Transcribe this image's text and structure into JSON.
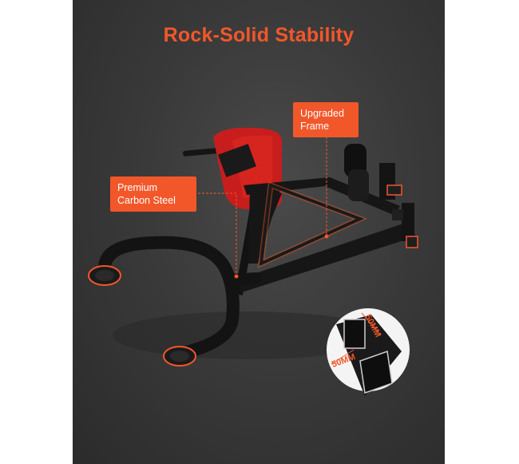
{
  "title": "Rock-Solid Stability",
  "callouts": {
    "frame": {
      "line1": "Upgraded",
      "line2": "Frame"
    },
    "steel": {
      "line1": "Premium",
      "line2": "Carbon Steel"
    }
  },
  "dimensions": {
    "width": "50MM",
    "height": "50MM"
  },
  "colors": {
    "accent": "#f2572a",
    "background": "#3a3a3a",
    "frame": "#141414"
  }
}
